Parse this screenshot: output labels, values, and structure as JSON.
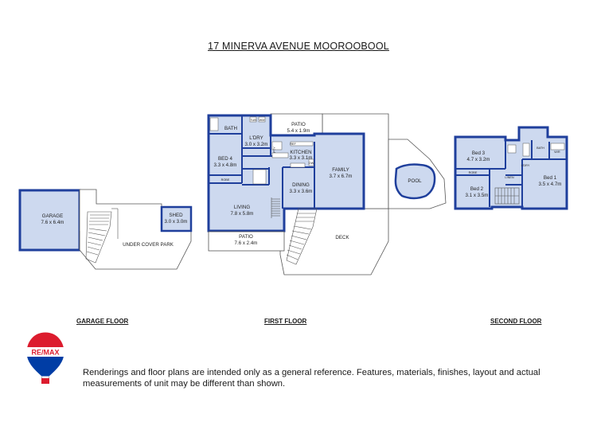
{
  "title": "17 MINERVA AVENUE MOOROOBOOL",
  "floors": {
    "garage": "GARAGE FLOOR",
    "first": "FIRST FLOOR",
    "second": "SECOND FLOOR"
  },
  "rooms": {
    "garage": {
      "name": "GARAGE",
      "size": "7.6 x 6.4m"
    },
    "shed": {
      "name": "SHED",
      "size": "3.0 x 3.0m"
    },
    "under_cover_park": {
      "name": "UNDER COVER PARK"
    },
    "patio_top": {
      "name": "PATIO",
      "size": "5.4 x 1.9m"
    },
    "bath1": {
      "name": "BATH"
    },
    "ldry1": {
      "name": "L'DRY",
      "size": "3.0 x 3.2m"
    },
    "bed4": {
      "name": "BED 4",
      "size": "3.3 x 4.8m"
    },
    "robe1": {
      "name": "ROBE"
    },
    "kitchen": {
      "name": "KITCHEN",
      "size": "3.3 x 3.1m"
    },
    "pty": {
      "name": "PTY"
    },
    "ref": {
      "name": "REF"
    },
    "dw": {
      "name": "DW"
    },
    "family": {
      "name": "FAMILY",
      "size": "3.7 x 6.7m"
    },
    "dining": {
      "name": "DINING",
      "size": "3.3 x 3.6m"
    },
    "living": {
      "name": "LIVING",
      "size": "7.8 x 5.8m"
    },
    "patio_bottom": {
      "name": "PATIO",
      "size": "7.6 x 2.4m"
    },
    "deck": {
      "name": "DECK"
    },
    "pool": {
      "name": "POOL"
    },
    "bed3": {
      "name": "Bed 3",
      "size": "4.7 x 3.2m"
    },
    "robe2": {
      "name": "ROBE"
    },
    "linen": {
      "name": "LINEN"
    },
    "bed2": {
      "name": "Bed 2",
      "size": "3.1 x 3.5m"
    },
    "bed1": {
      "name": "Bed 1",
      "size": "3.5 x 4.7m"
    },
    "bath2": {
      "name": "BATH"
    },
    "ldry2": {
      "name": "L'DRY"
    },
    "wir": {
      "name": "W/R"
    }
  },
  "disclaimer": "Renderings and floor plans are intended only as a general reference. Features, materials, finishes, layout and actual measurements of unit may be different than shown.",
  "logo": {
    "text": "RE/MAX",
    "colors": {
      "red": "#dc1c2e",
      "blue": "#003da5"
    }
  },
  "colors": {
    "wall": "#1f3f9c",
    "floor": "#cdd9ef",
    "outline": "#555555"
  }
}
